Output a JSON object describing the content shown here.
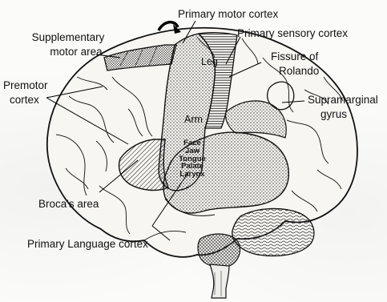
{
  "labels": {
    "primary_motor_cortex": "Primary motor cortex",
    "supplementary_motor_area_line1": "Supplementary",
    "supplementary_motor_area_line2": "motor area",
    "primary_sensory_cortex": "Primary sensory cortex",
    "fissure_line1": "Fissure of",
    "fissure_line2": "Rolando",
    "premotor_line1": "Premotor",
    "premotor_line2": "cortex",
    "supramarginal_line1": "Supramarginal",
    "supramarginal_line2": "gyrus",
    "brocas_area": "Broca's area",
    "primary_language_cortex": "Primary Language cortex"
  },
  "motor_strip_labels": {
    "leg": "Leg",
    "arm": "Arm",
    "face": "Face",
    "jaw": "Jaw",
    "tongue": "Tongue",
    "palate": "Palate",
    "larynx": "Larynx"
  }
}
